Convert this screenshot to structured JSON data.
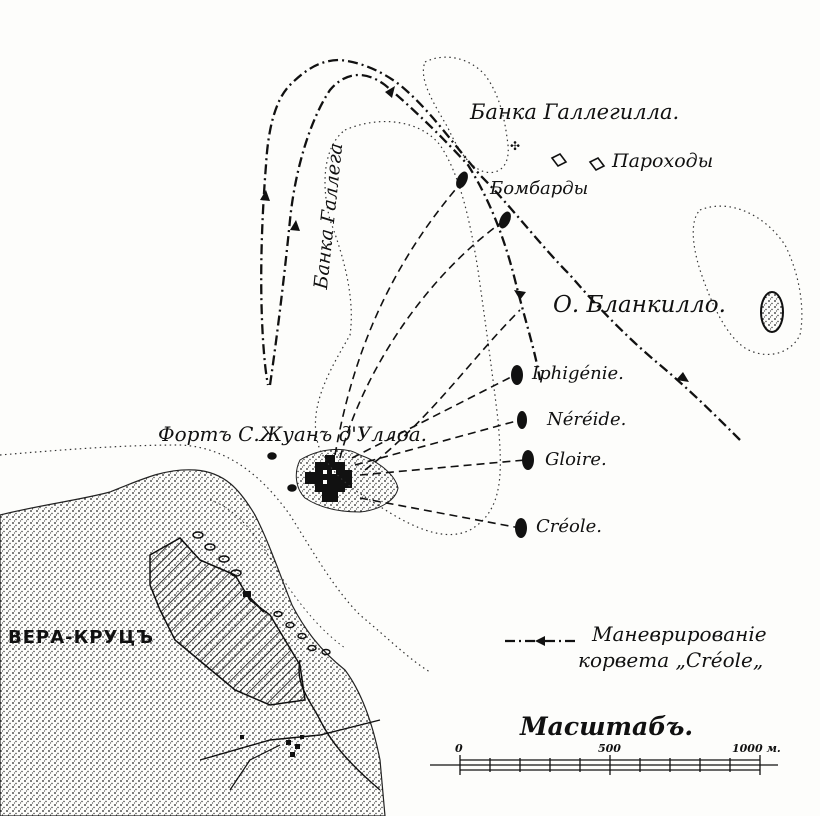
{
  "map": {
    "labels": {
      "gallegilla_bank": "Банка Галлегилла.",
      "steamers": "Пароходы",
      "bombards": "Бомбарды",
      "gallega_bank": "Банка Галлега",
      "blankillo_island": "О. Бланкилло.",
      "fort": "Фортъ С.Жуанъ д'Уллоа.",
      "city": "ВЕРА-КРУЦЪ",
      "ship_iphigenie": "Iphigénie.",
      "ship_nereide": "Néréide.",
      "ship_gloire": "Gloire.",
      "ship_creole": "Créole."
    },
    "legend": {
      "line1": "Маневрированіе",
      "line2": "корвета „Créole„"
    },
    "scale": {
      "title": "Масштабъ.",
      "tick_0": "0",
      "tick_500": "500",
      "tick_1000": "1000 м."
    },
    "colors": {
      "ink": "#111111",
      "paper": "#fdfdfb"
    }
  }
}
